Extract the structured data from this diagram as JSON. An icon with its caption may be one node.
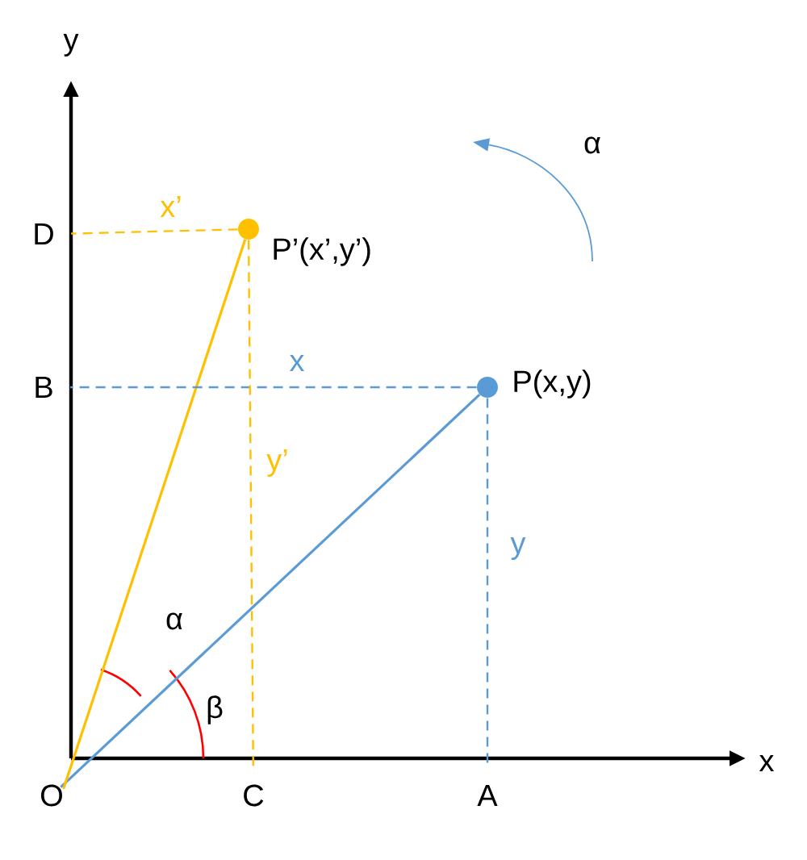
{
  "diagram": {
    "nodes": [
      {
        "text": [
          "O"
        ]
      },
      {
        "text": [],
        "shape": "circle",
        "beside": [
          "P(x,y)"
        ]
      },
      {
        "text": [],
        "shape": "circle",
        "beside": [
          "P’(x’,y’)"
        ]
      },
      {
        "text": [
          "A"
        ]
      },
      {
        "text": [
          "B"
        ]
      },
      {
        "text": [
          "C"
        ]
      },
      {
        "text": [
          "D"
        ]
      }
    ],
    "edges": [
      {
        "from": 0,
        "to": 1,
        "arrow": "none",
        "color": "#5b9bd5"
      },
      {
        "from": 0,
        "to": 2,
        "arrow": "none",
        "color": "#ffc000"
      },
      {
        "from": 1,
        "to": 4,
        "arrow": "none",
        "style": "dashed",
        "color": "#5b9bd5",
        "label": "x"
      },
      {
        "from": 1,
        "to": 3,
        "arrow": "none",
        "style": "dashed",
        "color": "#5b9bd5",
        "label": "y"
      },
      {
        "from": 2,
        "to": 6,
        "arrow": "none",
        "style": "dashed",
        "color": "#ffc000",
        "label": "x’"
      },
      {
        "from": 2,
        "to": 5,
        "arrow": "none",
        "style": "dashed",
        "color": "#ffc000",
        "label": "y’"
      }
    ],
    "labels": [
      "y",
      "α",
      "α",
      "β",
      "x"
    ]
  }
}
